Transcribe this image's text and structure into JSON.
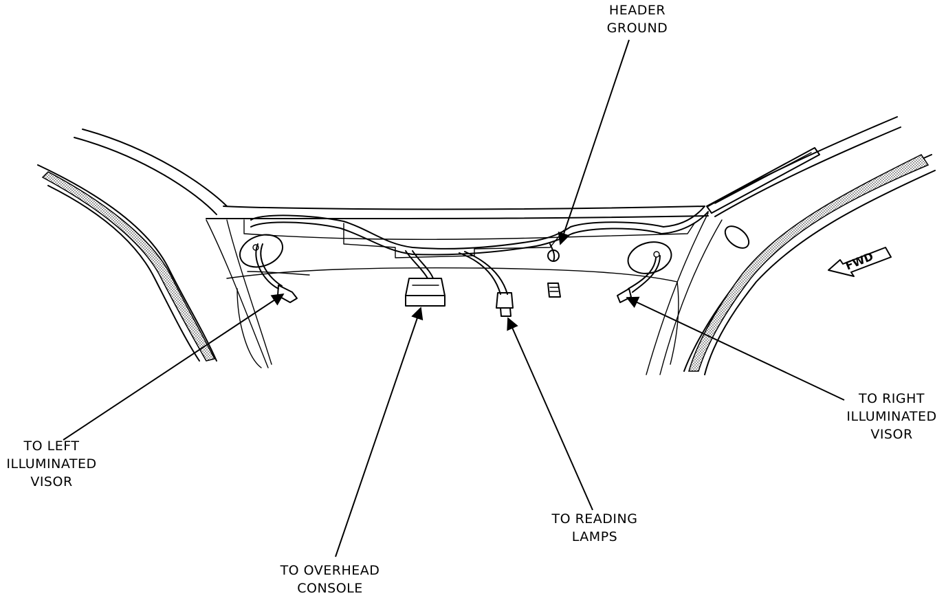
{
  "diagram": {
    "callouts": [
      {
        "id": "header_ground",
        "lines": [
          "HEADER",
          "GROUND"
        ]
      },
      {
        "id": "left_visor",
        "lines": [
          "TO LEFT",
          "ILLUMINATED",
          "VISOR"
        ]
      },
      {
        "id": "right_visor",
        "lines": [
          "TO RIGHT",
          "ILLUMINATED",
          "VISOR"
        ]
      },
      {
        "id": "overhead_console",
        "lines": [
          "TO OVERHEAD",
          "CONSOLE"
        ]
      },
      {
        "id": "reading_lamps",
        "lines": [
          "TO READING",
          "LAMPS"
        ]
      }
    ],
    "direction_arrow": {
      "label": "FWD"
    },
    "colors": {
      "ink": "#000000",
      "background": "#ffffff",
      "shading": "#bdbdbd"
    }
  }
}
